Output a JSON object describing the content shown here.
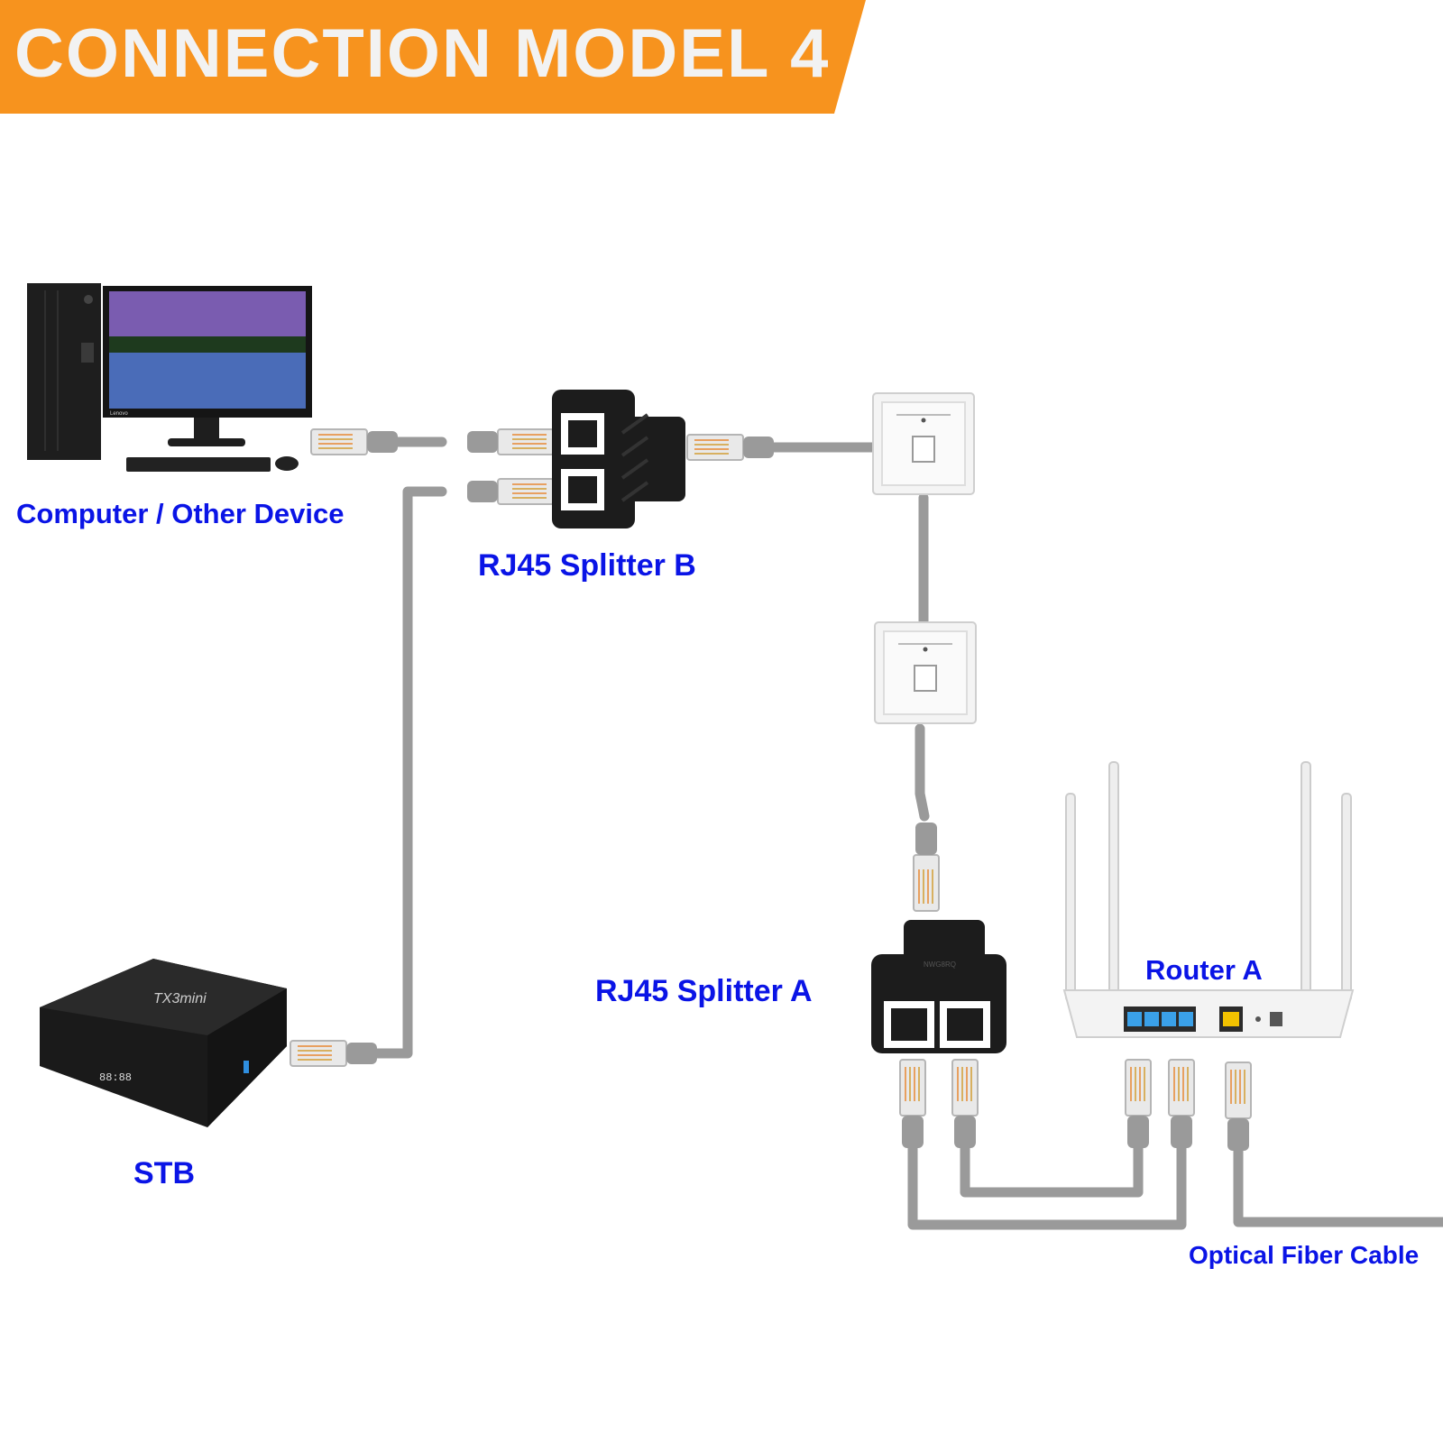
{
  "header": {
    "title": "CONNECTION MODEL 4",
    "color": "#f7931e"
  },
  "labels": {
    "computer": "Computer / Other Device",
    "splitter_b": "RJ45 Splitter B",
    "splitter_a": "RJ45 Splitter A",
    "router": "Router A",
    "stb": "STB",
    "fiber": "Optical Fiber Cable"
  },
  "device_text": {
    "monitor_brand": "Lenovo",
    "stb_brand": "TX3mini",
    "stb_display": "88:88",
    "splitter_imprint": "NWG8RQ"
  },
  "colors": {
    "label": "#0a14e6",
    "cable": "#9a9a9a",
    "device_dark": "#1c1c1c",
    "router_port_blue": "#3aa0e8",
    "router_port_yellow": "#f2c200"
  }
}
